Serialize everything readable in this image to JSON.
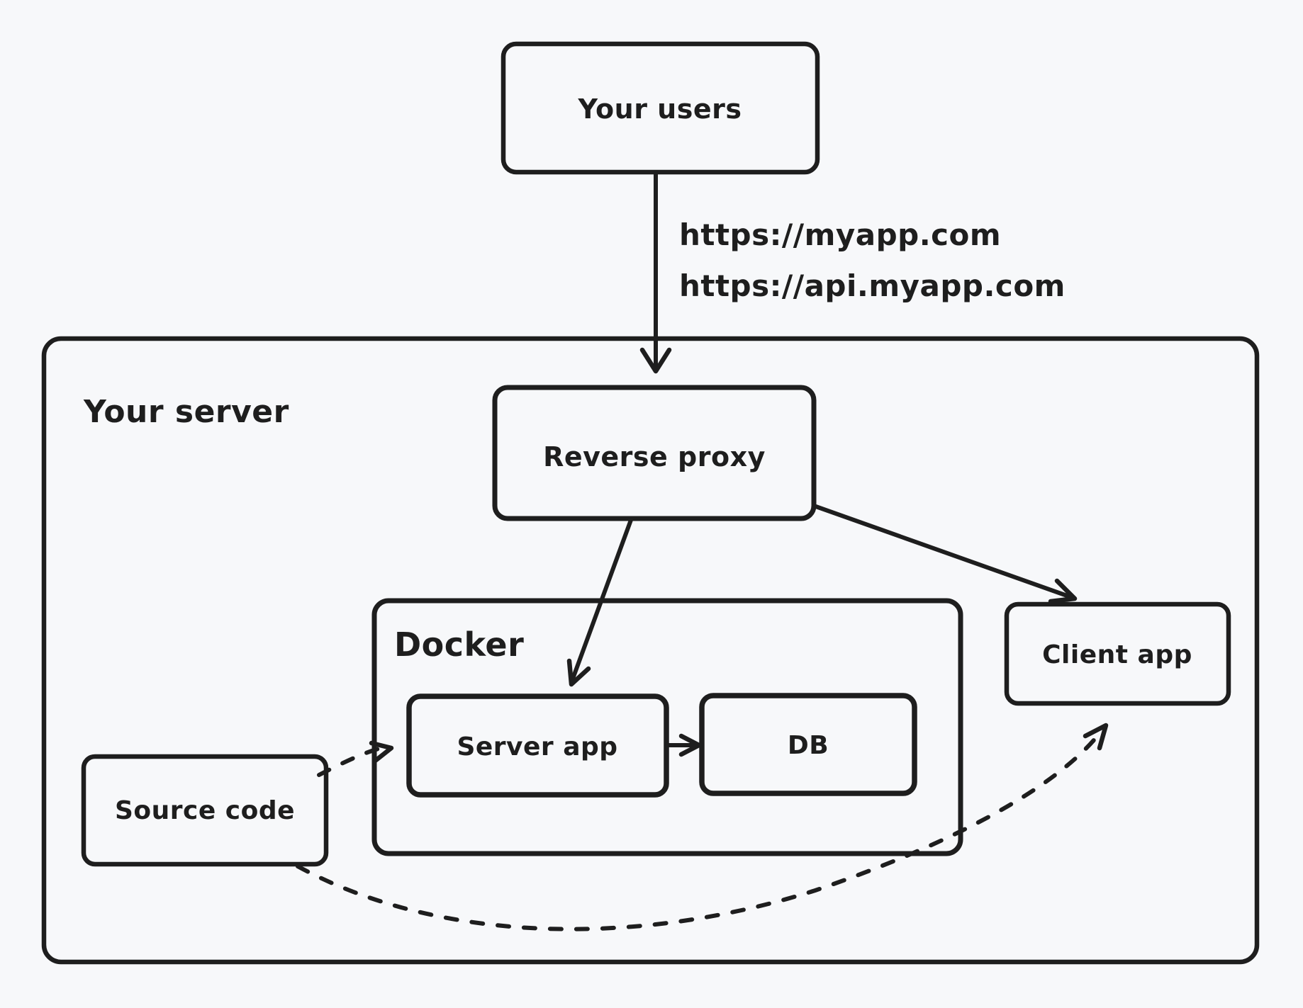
{
  "colors": {
    "background": "#f7f8fa",
    "ink": "#1e1e1e",
    "red": "#e03131",
    "blue": "#4dabf7"
  },
  "nodes": {
    "your_users": {
      "label": "Your users"
    },
    "your_server": {
      "label": "Your server"
    },
    "reverse_proxy": {
      "label": "Reverse proxy",
      "border_color": "#e03131"
    },
    "docker": {
      "label": "Docker",
      "border_color": "#4dabf7"
    },
    "server_app": {
      "label": "Server app"
    },
    "db": {
      "label": "DB"
    },
    "client_app": {
      "label": "Client app"
    },
    "source_code": {
      "label": "Source code"
    }
  },
  "edges": [
    {
      "from": "your_users",
      "to": "reverse_proxy",
      "style": "solid",
      "labels": [
        "https://myapp.com",
        "https://api.myapp.com"
      ]
    },
    {
      "from": "reverse_proxy",
      "to": "server_app",
      "style": "solid"
    },
    {
      "from": "reverse_proxy",
      "to": "client_app",
      "style": "solid"
    },
    {
      "from": "server_app",
      "to": "db",
      "style": "solid"
    },
    {
      "from": "source_code",
      "to": "server_app",
      "style": "dashed"
    },
    {
      "from": "source_code",
      "to": "client_app",
      "style": "dashed"
    }
  ]
}
